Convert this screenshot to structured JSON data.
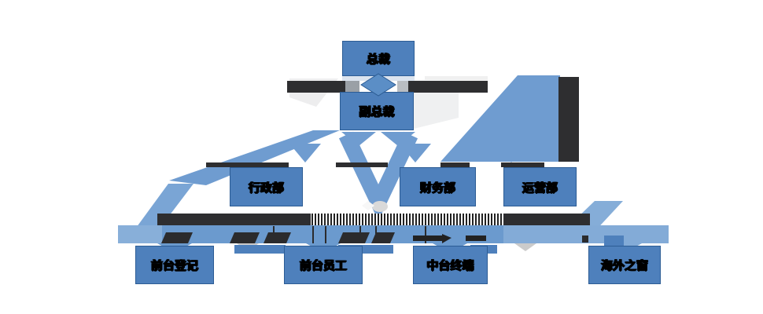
{
  "chart_data": {
    "type": "org-chart",
    "title": "",
    "levels": [
      {
        "level": 1,
        "nodes": [
          "总裁"
        ]
      },
      {
        "level": 2,
        "nodes": [
          "副总裁"
        ]
      },
      {
        "level": 3,
        "nodes": [
          "行政部",
          "财务部",
          "运营部"
        ]
      },
      {
        "level": 4,
        "nodes": [
          "前台登记",
          "前台员工",
          "中台终端",
          "海外之窗"
        ]
      }
    ]
  },
  "nodes": {
    "ceo": {
      "label": "总裁"
    },
    "vp": {
      "label": "副总裁"
    },
    "dept1": {
      "label": "行政部"
    },
    "dept2": {
      "label": "财务部"
    },
    "dept3": {
      "label": "运营部"
    },
    "team1": {
      "label": "前台登记"
    },
    "team2": {
      "label": "前台员工"
    },
    "team3": {
      "label": "中台终端"
    },
    "team4": {
      "label": "海外之窗"
    }
  },
  "colors": {
    "box_fill": "#4e80bc",
    "box_border": "#2c5c94",
    "connector_blue": "#6f9cd0",
    "connector_light_blue": "#83abd7",
    "band_blue": "#6b9ace",
    "dark_bar": "#2e2e30",
    "light_gray": "#ededee",
    "text": "#000000"
  }
}
